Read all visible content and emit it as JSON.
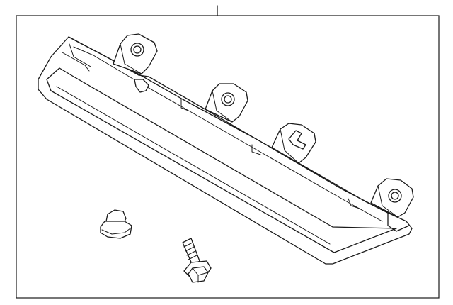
{
  "diagram": {
    "type": "exploded-parts-illustration",
    "parts": [
      {
        "name": "lamp-housing",
        "count": 1
      },
      {
        "name": "push-clip",
        "count": 1
      },
      {
        "name": "bolt",
        "count": 1
      }
    ],
    "mounting_tabs": 4,
    "colors": {
      "line": "#1a1a1a",
      "background": "#ffffff"
    }
  }
}
